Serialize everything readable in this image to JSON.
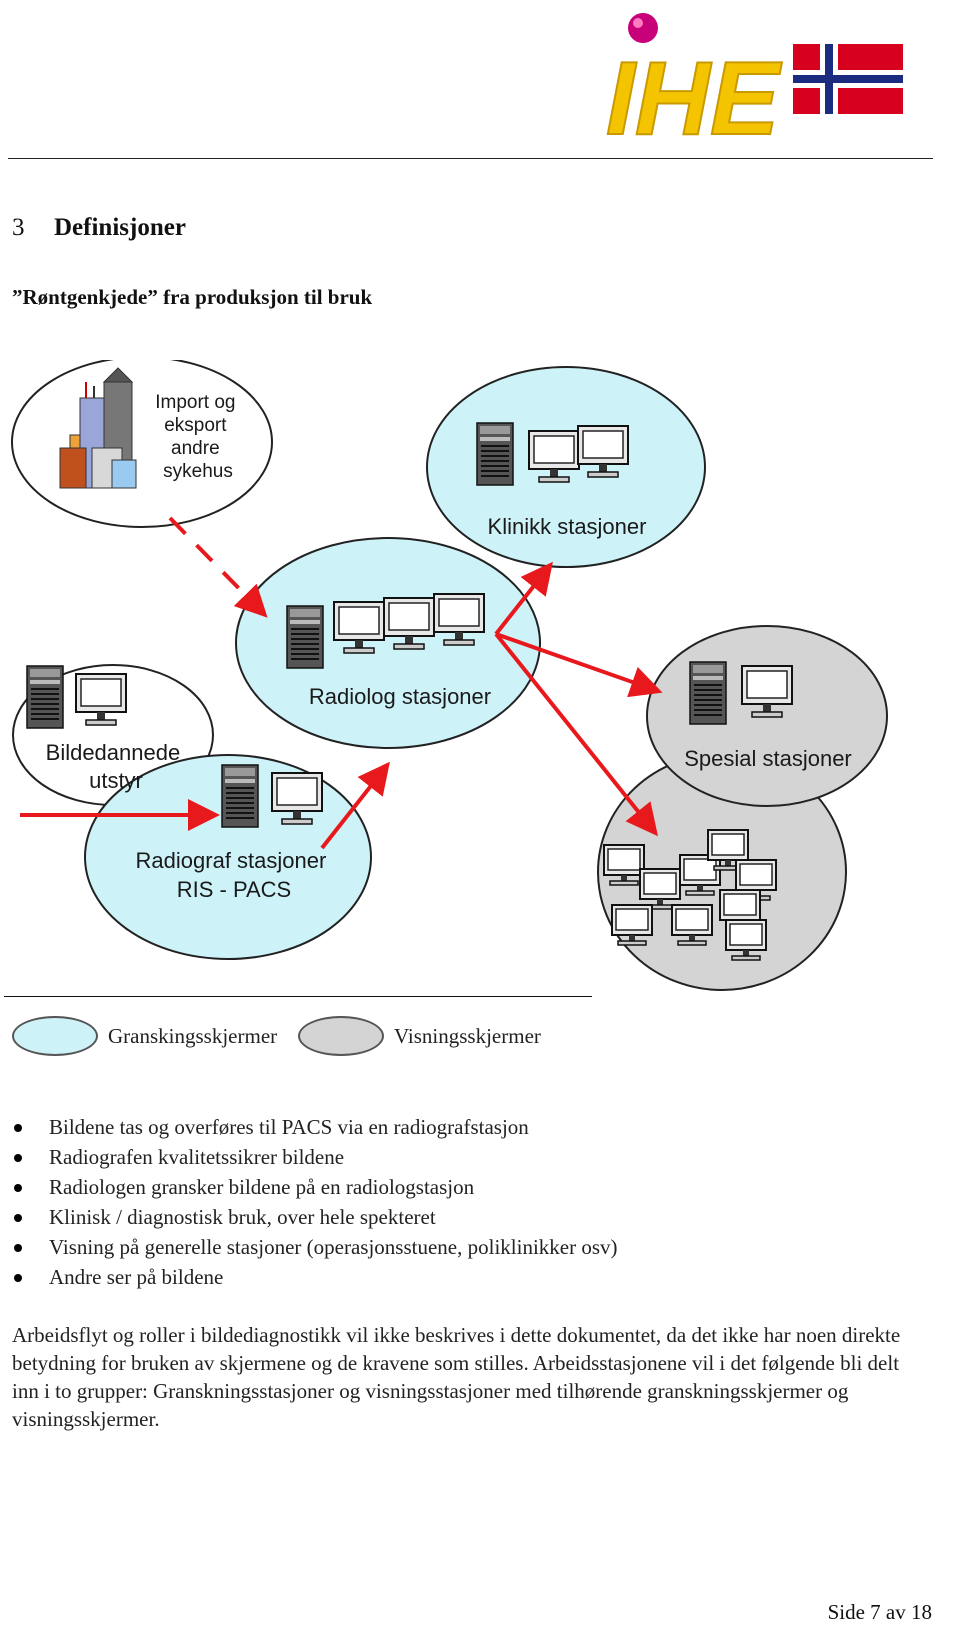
{
  "header": {
    "logo_text": "IHE",
    "colors": {
      "logo_yellow": "#f5c400",
      "logo_orb": "#c8007a",
      "flag_red": "#d8001f",
      "flag_blue": "#1b2b80"
    }
  },
  "section": {
    "number": "3",
    "title": "Definisjoner"
  },
  "subheading": "”Røntgenkjede” fra produksjon til bruk",
  "diagram": {
    "nodes": {
      "import": [
        "Import og",
        "eksport",
        "andre",
        "sykehus"
      ],
      "klinikk": "Klinikk stasjoner",
      "radiolog": "Radiolog stasjoner",
      "bildedannede": [
        "Bildedannede",
        "utstyr"
      ],
      "radiograf": [
        "Radiograf stasjoner",
        "RIS - PACS"
      ],
      "spesial": "Spesial stasjoner"
    },
    "colors": {
      "review": "#cdf2f8",
      "display": "#d4d4d4",
      "arrow": "#e8191d"
    }
  },
  "legend": {
    "review_label": "Granskingsskjermer",
    "display_label": "Visningsskjermer"
  },
  "bullets": [
    "Bildene tas og overføres til PACS via en radiografstasjon",
    "Radiografen kvalitetssikrer bildene",
    "Radiologen gransker bildene på en radiologstasjon",
    "Klinisk / diagnostisk bruk, over hele spekteret",
    "Visning på generelle stasjoner (operasjonsstuene, poliklinikker osv)",
    "Andre ser på bildene"
  ],
  "paragraph": "Arbeidsflyt og roller i bildediagnostikk vil ikke beskrives i dette dokumentet, da det ikke har noen direkte betydning for bruken av skjermene og de kravene som stilles. Arbeidsstasjonene vil i det følgende bli delt inn i to grupper: Granskningsstasjoner og visningsstasjoner med tilhørende granskningsskjermer og visningsskjermer.",
  "footer": "Side 7 av 18"
}
